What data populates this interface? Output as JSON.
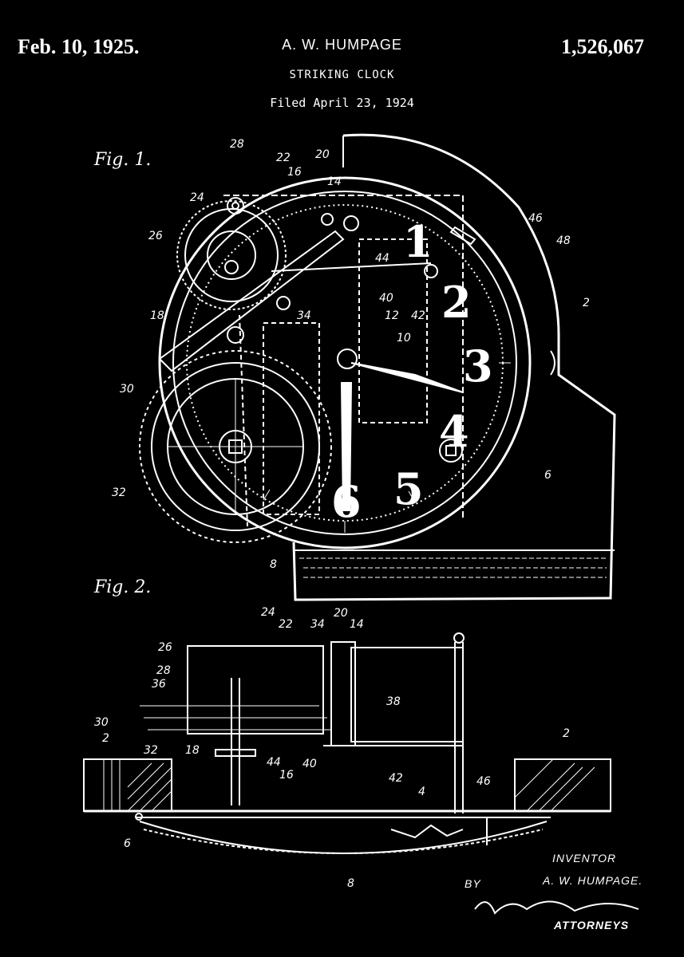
{
  "header": {
    "date": "Feb. 10, 1925.",
    "inventor": "A. W. HUMPAGE",
    "patent_number": "1,526,067",
    "title": "STRIKING CLOCK",
    "filed": "Filed April 23, 1924"
  },
  "figures": {
    "fig1_label": "Fig. 1.",
    "fig2_label": "Fig. 2."
  },
  "clock_numerals": [
    "1",
    "2",
    "3",
    "4",
    "5",
    "6"
  ],
  "fig1_refs": [
    "28",
    "22",
    "20",
    "16",
    "14",
    "24",
    "26",
    "46",
    "48",
    "44",
    "2",
    "40",
    "18",
    "34",
    "12",
    "42",
    "10",
    "30",
    "32",
    "6",
    "8"
  ],
  "fig2_refs": [
    "24",
    "22",
    "20",
    "34",
    "14",
    "26",
    "28",
    "36",
    "38",
    "30",
    "2",
    "32",
    "18",
    "44",
    "40",
    "16",
    "42",
    "46",
    "2",
    "4",
    "6",
    "8"
  ],
  "signature": {
    "inventor_label": "INVENTOR",
    "inventor_name": "A. W. HUMPAGE.",
    "by": "BY",
    "attorneys": "ATTORNEYS"
  }
}
